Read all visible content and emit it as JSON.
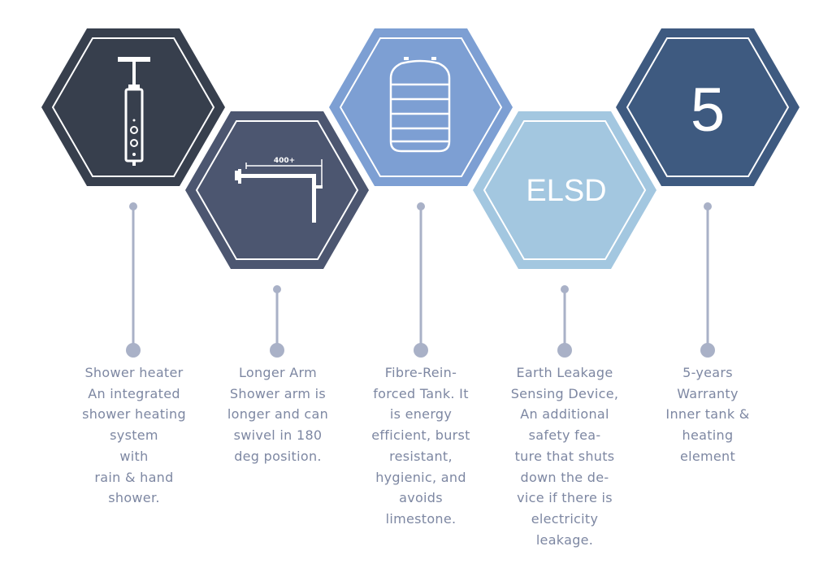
{
  "colors": {
    "hex1": "#373f4d",
    "hex2": "#4c5670",
    "hex3": "#7d9fd3",
    "hex4": "#a3c7e0",
    "hex5": "#3e5a80",
    "connector": "#a9b1c7",
    "caption_text": "#7d87a2",
    "inner_outline": "#ffffff"
  },
  "items": [
    {
      "icon": "shower-heater-icon",
      "caption_lines": [
        "Shower heater",
        "An integrated",
        "shower heating",
        "system",
        "with",
        "rain & hand",
        "shower."
      ]
    },
    {
      "icon": "shower-arm-icon",
      "dimension_label": "400+",
      "caption_lines": [
        "Longer Arm",
        "Shower arm is",
        "longer and can",
        "swivel in 180",
        "deg position."
      ]
    },
    {
      "icon": "water-tank-icon",
      "caption_lines": [
        "Fibre-Rein-",
        "forced Tank. It",
        "is energy",
        "efficient, burst",
        "resistant,",
        "hygienic, and",
        "avoids",
        "limestone."
      ]
    },
    {
      "icon": "elsd-text-icon",
      "label": "ELSD",
      "caption_lines": [
        "Earth Leakage",
        "Sensing Device,",
        "An additional",
        "safety fea-",
        "ture that shuts",
        "down the de-",
        "vice if there is",
        "electricity",
        "leakage."
      ]
    },
    {
      "icon": "five-years-icon",
      "label": "5",
      "caption_lines": [
        "5-years",
        "Warranty",
        "Inner tank &",
        "heating",
        "element"
      ]
    }
  ]
}
